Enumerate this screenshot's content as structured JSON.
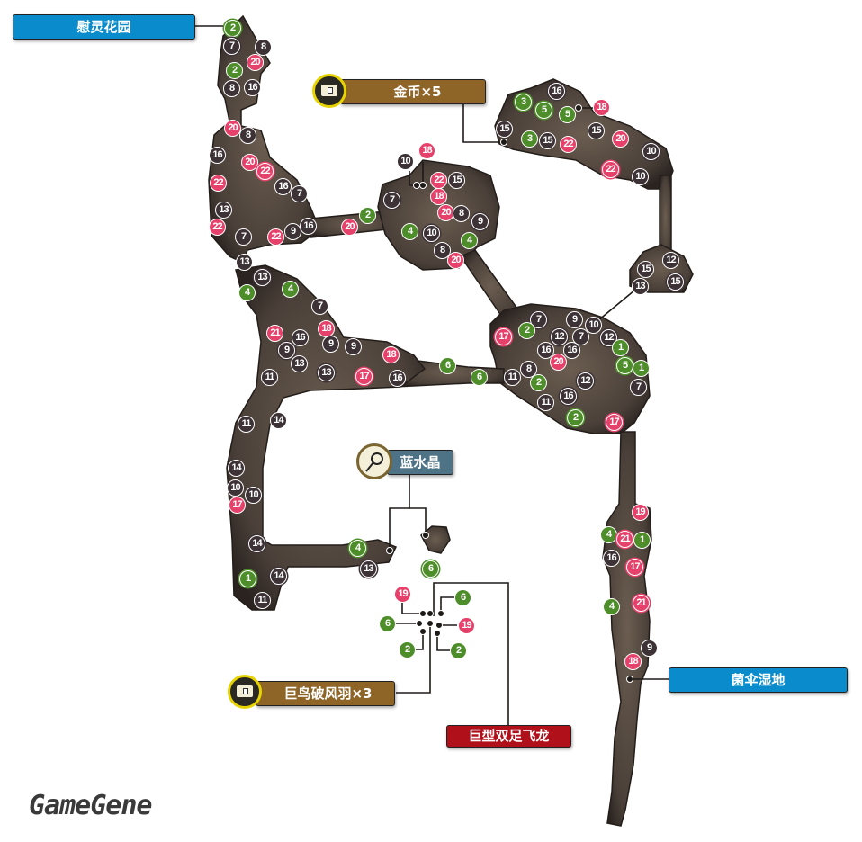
{
  "areas": {
    "top_left": "慰灵花园",
    "bottom_right": "菌伞湿地"
  },
  "items": {
    "gold_coin": {
      "label": "金币×5",
      "icon": "treasure-chest-icon"
    },
    "blue_crystal": {
      "label": "蓝水晶",
      "icon": "mining-pickaxe-icon"
    },
    "feather": {
      "label": "巨鸟破风羽×3",
      "icon": "treasure-chest-icon"
    }
  },
  "boss": {
    "label": "巨型双足飞龙"
  },
  "watermark": "GameGene",
  "colors": {
    "green": "#4e8e2a",
    "pink": "#e6416a",
    "dark": "#3d3336",
    "area": "#0a8ccc",
    "item": "#8e6427",
    "boss": "#b0101a",
    "cave": "#4a4039"
  },
  "markers": [
    {
      "n": "2",
      "t": "green",
      "r": true
    },
    {
      "n": "7",
      "t": "dark",
      "r": true
    },
    {
      "n": "8",
      "t": "dark"
    },
    {
      "n": "20",
      "t": "pink"
    },
    {
      "n": "2",
      "t": "green"
    },
    {
      "n": "8",
      "t": "dark"
    },
    {
      "n": "16",
      "t": "dark"
    },
    {
      "n": "20",
      "t": "pink"
    },
    {
      "n": "8",
      "t": "dark"
    },
    {
      "n": "16",
      "t": "dark"
    },
    {
      "n": "20",
      "t": "pink"
    },
    {
      "n": "22",
      "t": "pink",
      "r": true
    },
    {
      "n": "22",
      "t": "pink"
    },
    {
      "n": "16",
      "t": "dark"
    },
    {
      "n": "7",
      "t": "dark"
    },
    {
      "n": "13",
      "t": "dark"
    },
    {
      "n": "22",
      "t": "pink"
    },
    {
      "n": "9",
      "t": "dark"
    },
    {
      "n": "16",
      "t": "dark"
    },
    {
      "n": "22",
      "t": "pink"
    },
    {
      "n": "7",
      "t": "dark"
    },
    {
      "n": "20",
      "t": "pink"
    },
    {
      "n": "2",
      "t": "green"
    },
    {
      "n": "13",
      "t": "dark"
    },
    {
      "n": "10",
      "t": "dark"
    },
    {
      "n": "18",
      "t": "pink"
    },
    {
      "n": "22",
      "t": "pink"
    },
    {
      "n": "15",
      "t": "dark"
    },
    {
      "n": "7",
      "t": "dark",
      "r": true
    },
    {
      "n": "18",
      "t": "pink"
    },
    {
      "n": "20",
      "t": "pink"
    },
    {
      "n": "8",
      "t": "dark"
    },
    {
      "n": "9",
      "t": "dark",
      "r": true
    },
    {
      "n": "4",
      "t": "green"
    },
    {
      "n": "10",
      "t": "dark",
      "r": true
    },
    {
      "n": "4",
      "t": "green"
    },
    {
      "n": "8",
      "t": "dark"
    },
    {
      "n": "20",
      "t": "pink"
    },
    {
      "n": "16",
      "t": "dark",
      "r": true
    },
    {
      "n": "3",
      "t": "green",
      "r": true
    },
    {
      "n": "5",
      "t": "green",
      "r": true
    },
    {
      "n": "5",
      "t": "green"
    },
    {
      "n": "18",
      "t": "pink"
    },
    {
      "n": "15",
      "t": "dark"
    },
    {
      "n": "3",
      "t": "green"
    },
    {
      "n": "15",
      "t": "dark"
    },
    {
      "n": "22",
      "t": "pink"
    },
    {
      "n": "15",
      "t": "dark"
    },
    {
      "n": "20",
      "t": "pink"
    },
    {
      "n": "10",
      "t": "dark",
      "r": true
    },
    {
      "n": "22",
      "t": "pink",
      "r": true
    },
    {
      "n": "10",
      "t": "dark"
    },
    {
      "n": "12",
      "t": "dark"
    },
    {
      "n": "15",
      "t": "dark"
    },
    {
      "n": "15",
      "t": "dark",
      "r": true
    },
    {
      "n": "13",
      "t": "dark"
    },
    {
      "n": "7",
      "t": "dark",
      "r": true
    },
    {
      "n": "17",
      "t": "pink",
      "r": true
    },
    {
      "n": "2",
      "t": "green"
    },
    {
      "n": "9",
      "t": "dark"
    },
    {
      "n": "10",
      "t": "dark"
    },
    {
      "n": "12",
      "t": "dark",
      "r": true
    },
    {
      "n": "7",
      "t": "dark"
    },
    {
      "n": "12",
      "t": "dark",
      "r": true
    },
    {
      "n": "1",
      "t": "green"
    },
    {
      "n": "16",
      "t": "dark"
    },
    {
      "n": "16",
      "t": "dark"
    },
    {
      "n": "20",
      "t": "pink"
    },
    {
      "n": "5",
      "t": "green",
      "r": true
    },
    {
      "n": "1",
      "t": "green"
    },
    {
      "n": "6",
      "t": "green"
    },
    {
      "n": "11",
      "t": "dark"
    },
    {
      "n": "8",
      "t": "dark"
    },
    {
      "n": "2",
      "t": "green"
    },
    {
      "n": "12",
      "t": "dark",
      "r": true
    },
    {
      "n": "7",
      "t": "dark"
    },
    {
      "n": "11",
      "t": "dark"
    },
    {
      "n": "16",
      "t": "dark",
      "r": true
    },
    {
      "n": "2",
      "t": "green",
      "r": true
    },
    {
      "n": "17",
      "t": "pink",
      "r": true
    },
    {
      "n": "13",
      "t": "dark",
      "r": true
    },
    {
      "n": "4",
      "t": "green"
    },
    {
      "n": "4",
      "t": "green"
    },
    {
      "n": "7",
      "t": "dark"
    },
    {
      "n": "18",
      "t": "pink"
    },
    {
      "n": "21",
      "t": "pink"
    },
    {
      "n": "16",
      "t": "dark"
    },
    {
      "n": "9",
      "t": "dark",
      "r": true
    },
    {
      "n": "13",
      "t": "dark"
    },
    {
      "n": "9",
      "t": "dark"
    },
    {
      "n": "9",
      "t": "dark"
    },
    {
      "n": "18",
      "t": "pink"
    },
    {
      "n": "13",
      "t": "dark",
      "r": true
    },
    {
      "n": "17",
      "t": "pink",
      "r": true
    },
    {
      "n": "16",
      "t": "dark"
    },
    {
      "n": "6",
      "t": "green"
    },
    {
      "n": "11",
      "t": "dark"
    },
    {
      "n": "11",
      "t": "dark"
    },
    {
      "n": "14",
      "t": "dark"
    },
    {
      "n": "14",
      "t": "dark"
    },
    {
      "n": "10",
      "t": "dark"
    },
    {
      "n": "10",
      "t": "dark"
    },
    {
      "n": "17",
      "t": "pink"
    },
    {
      "n": "14",
      "t": "dark",
      "r": true
    },
    {
      "n": "4",
      "t": "green",
      "r": true
    },
    {
      "n": "13",
      "t": "dark",
      "r": true
    },
    {
      "n": "1",
      "t": "green",
      "r": true
    },
    {
      "n": "14",
      "t": "dark",
      "r": true
    },
    {
      "n": "11",
      "t": "dark"
    },
    {
      "n": "6",
      "t": "green",
      "r": true
    },
    {
      "n": "19",
      "t": "pink"
    },
    {
      "n": "6",
      "t": "green"
    },
    {
      "n": "6",
      "t": "green"
    },
    {
      "n": "19",
      "t": "pink"
    },
    {
      "n": "2",
      "t": "green"
    },
    {
      "n": "2",
      "t": "green"
    },
    {
      "n": "19",
      "t": "pink"
    },
    {
      "n": "4",
      "t": "green"
    },
    {
      "n": "21",
      "t": "pink",
      "r": true
    },
    {
      "n": "1",
      "t": "green"
    },
    {
      "n": "16",
      "t": "dark"
    },
    {
      "n": "17",
      "t": "pink",
      "r": true
    },
    {
      "n": "21",
      "t": "pink",
      "r": true
    },
    {
      "n": "4",
      "t": "green"
    },
    {
      "n": "9",
      "t": "dark"
    },
    {
      "n": "18",
      "t": "pink"
    }
  ]
}
